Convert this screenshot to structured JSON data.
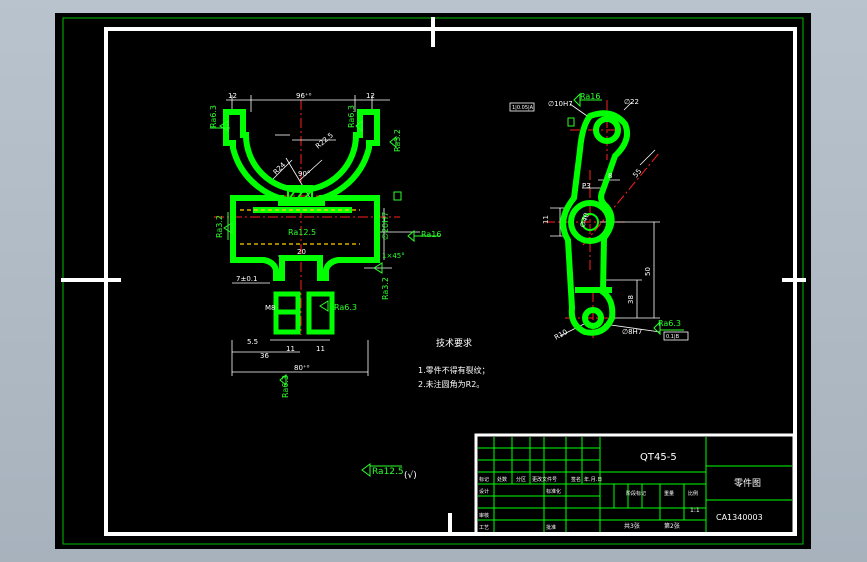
{
  "colors": {
    "background": "#000000",
    "part_outline": "#00ff00",
    "frame": "#ffffff",
    "centerline": "#ff2020",
    "dimension": "#ffffff",
    "annotation": "#2bff2b"
  },
  "drawing": {
    "front_view": {
      "dims": {
        "top_left": "12",
        "top_width": "96⁺⁰",
        "top_right": "12",
        "mid_width": "20",
        "left_small": "7±0.1",
        "bottom_total": "80⁺⁰",
        "bottom_36": "36",
        "bottom_5_5": "5.5",
        "bottom_11a": "11",
        "bottom_11b": "11",
        "r_radius": "R22.5",
        "r_radius2": "R24",
        "angle": "90°",
        "hole_m8": "M8"
      },
      "roughness": {
        "top_left": "Ra6.3",
        "top_mid": "Ra6.3",
        "right_top": "Ra3.2",
        "left_side": "Ra3.2",
        "center_bore": "Ra12.5",
        "right_bore": "Ra16",
        "bottom_right": "Ra6.3",
        "right_low": "Ra3.2",
        "bottom_left": "Ra6.3",
        "chamfer": "1×45°"
      },
      "tolerance": "∅20H7"
    },
    "side_view": {
      "dims": {
        "top_hole": "∅22",
        "top_hole_fit": "∅10H7",
        "center_hole": "∅40",
        "p3": "P3",
        "dim_8": "8",
        "dim_11": "11",
        "dim_55": "55",
        "dim_50": "50",
        "dim_38": "38",
        "bottom_r": "R10",
        "bottom_hole": "∅8H7"
      },
      "roughness": {
        "top": "Ra16",
        "bottom": "Ra6.3"
      },
      "flags": {
        "top_box": "1|0.05|A",
        "bottom_box": "0.1|B"
      }
    },
    "tech_requirements": {
      "heading": "技术要求",
      "items": [
        "1.零件不得有裂纹；",
        "2.未注圆角为R2。"
      ]
    },
    "general_roughness": {
      "value": "Ra12.5",
      "suffix": "(√)"
    }
  },
  "title_block": {
    "material": "QT45-5",
    "drawing_name": "零件图",
    "drawing_number": "CA1340003",
    "scale": "1:1",
    "sheet_total": "共3张",
    "sheet_no": "第2张",
    "cells": {
      "mark": "标记",
      "count": "处数",
      "zone": "分区",
      "doc": "更改文件号",
      "sign": "签名",
      "date": "年.月.日",
      "design": "设计",
      "standard": "标准化",
      "stage": "阶段标记",
      "weight": "重量",
      "ratio": "比例",
      "review": "审核",
      "process": "工艺",
      "approve": "批准"
    }
  }
}
